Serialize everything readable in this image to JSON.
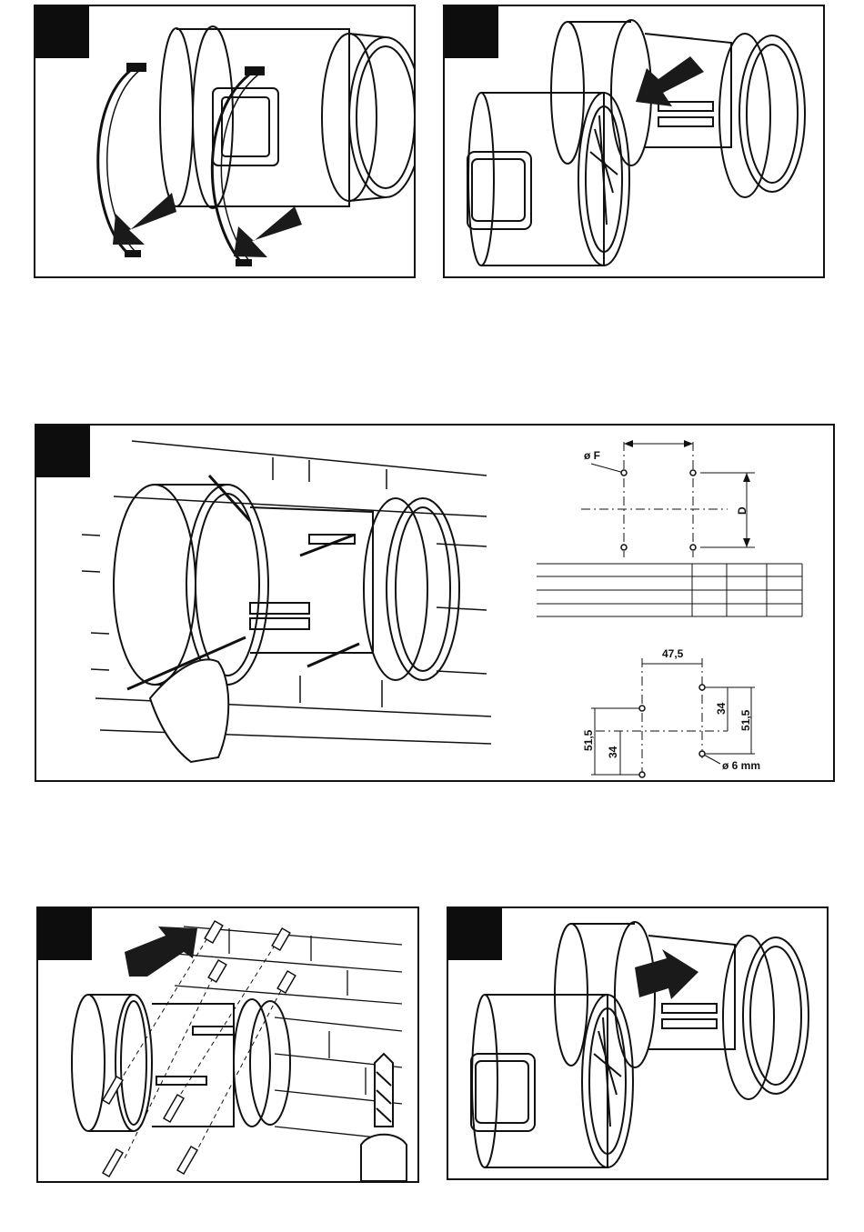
{
  "panel_1": {
    "step": ""
  },
  "panel_2": {
    "step": ""
  },
  "panel_3": {
    "step": "",
    "generic_template": {
      "diameter_label": "ø F",
      "height_label": "D"
    },
    "spec_table": {
      "rows": [
        [
          "",
          "",
          "",
          ""
        ],
        [
          "",
          "",
          "",
          ""
        ],
        [
          "",
          "",
          "",
          ""
        ],
        [
          "",
          "",
          "",
          ""
        ]
      ]
    },
    "mm_template": {
      "horizontal_spacing": "47,5",
      "left_height": "51,5",
      "left_half": "34",
      "right_half": "34",
      "right_height": "51,5",
      "hole_diameter": "ø 6 mm"
    }
  },
  "panel_4": {
    "step": ""
  },
  "panel_5": {
    "step": ""
  },
  "colors": {
    "ink": "#111111",
    "tab": "#0d0d0d",
    "arrow": "#1a1a1a",
    "paper": "#ffffff"
  }
}
